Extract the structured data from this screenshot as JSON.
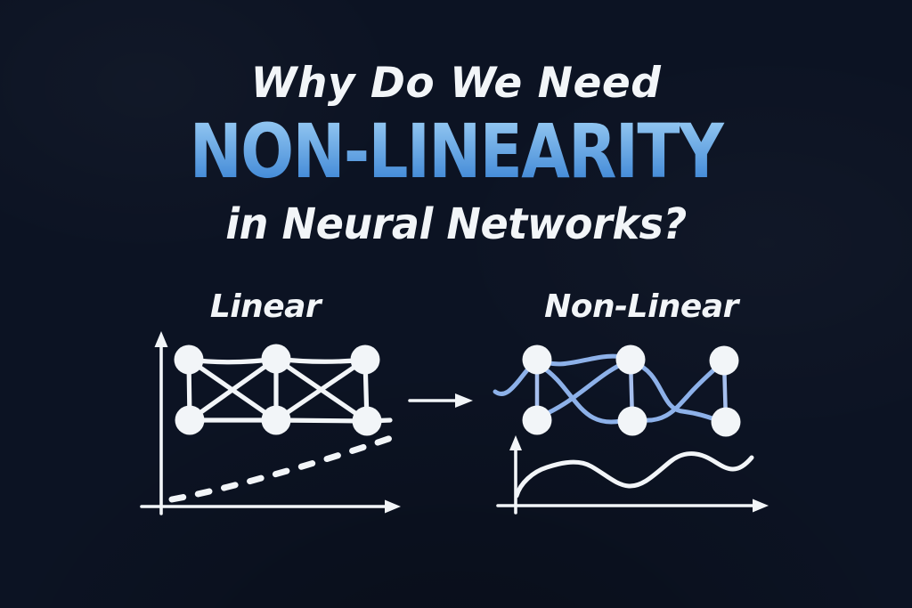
{
  "title": {
    "line1": "Why Do We Need",
    "line2": "NON-LINEARITY",
    "line3": "in Neural Networks?"
  },
  "panels": {
    "left": {
      "label": "Linear",
      "network": {
        "columns": 3,
        "rows": 2,
        "edge_style": "straight white fully-connected"
      },
      "plot": {
        "curve_style": "dashed gently rising straight line"
      }
    },
    "right": {
      "label": "Non-Linear",
      "network": {
        "columns": 3,
        "rows": 2,
        "edge_style": "wavy blue curves"
      },
      "plot": {
        "curve_style": "smooth wavy curve"
      }
    },
    "transition": {
      "icon": "right-arrow"
    }
  },
  "colors": {
    "bg": "#0c1323",
    "ink": "#f2f5f8",
    "blueTop": "#93c7f1",
    "blueBottom": "#3f87d6",
    "blueFallback": "#5a9ede",
    "edgeBlue": "#8db1e9",
    "edgeBlueLight": "#a6bfee"
  }
}
